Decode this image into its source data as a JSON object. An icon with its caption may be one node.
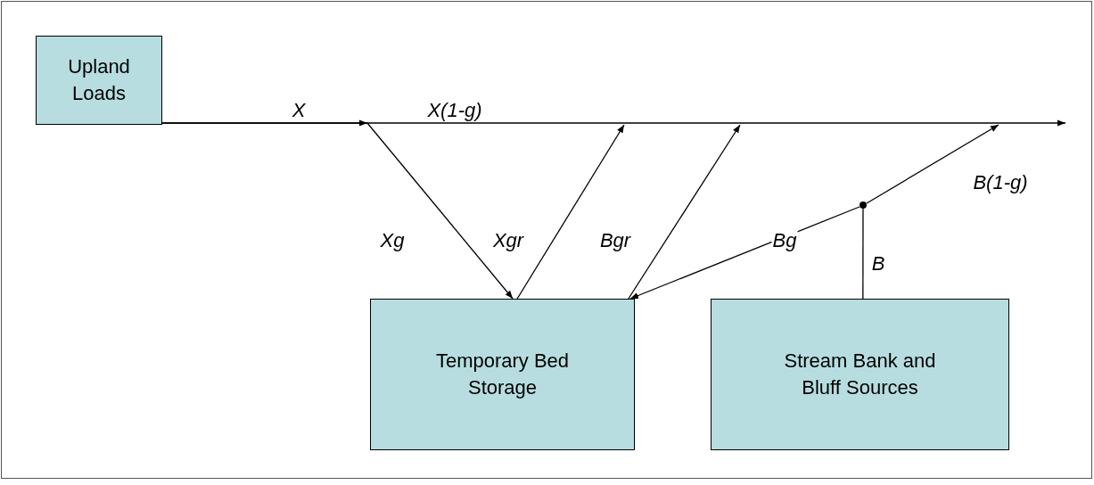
{
  "diagram": {
    "nodes": [
      {
        "text": [
          "Upland Loads"
        ]
      },
      {
        "text": [
          "Temporary Bed Storage"
        ]
      },
      {
        "text": [
          "Stream Bank and Bluff Sources"
        ]
      },
      {
        "text": [],
        "shape": "circle"
      }
    ],
    "edges": [
      {
        "from": 0,
        "to": null,
        "arrow": "to",
        "label": "X"
      },
      {
        "from": 0,
        "to": null,
        "arrow": "to",
        "label": "X(1-g)"
      },
      {
        "from": null,
        "to": 1,
        "arrow": "to",
        "label": "Xg"
      },
      {
        "from": 1,
        "to": null,
        "arrow": "to",
        "label": "Xgr"
      },
      {
        "from": 1,
        "to": null,
        "arrow": "to",
        "label": "Bgr"
      },
      {
        "from": 3,
        "to": 1,
        "arrow": "to",
        "label": "Bg"
      },
      {
        "from": 3,
        "to": null,
        "arrow": "to",
        "label": "B(1-g)"
      },
      {
        "from": 2,
        "to": 3,
        "arrow": "none",
        "label": "B"
      }
    ]
  }
}
